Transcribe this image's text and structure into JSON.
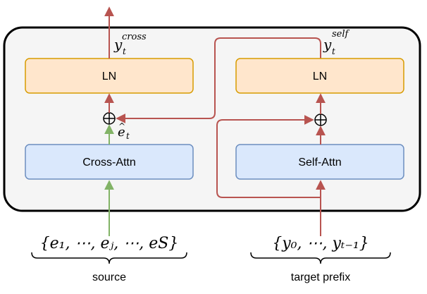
{
  "colors": {
    "container_fill": "#f5f5f5",
    "container_stroke": "#000000",
    "ln_fill": "#ffe6cc",
    "ln_stroke": "#d79b00",
    "attn_fill": "#dae8fc",
    "attn_stroke": "#6c8ebf",
    "red_arrow": "#b85450",
    "green_arrow": "#82b366"
  },
  "left_block": {
    "ln_label": "LN",
    "attn_label": "Cross-Attn",
    "output_symbol": "y",
    "output_sub": "t",
    "output_sup": "cross",
    "residual_symbol": "e",
    "residual_sub": "t",
    "residual_hat": "^",
    "input_expr": "{e₁, ⋯, eⱼ, ⋯, eS}",
    "input_caption": "source"
  },
  "right_block": {
    "ln_label": "LN",
    "attn_label": "Self-Attn",
    "output_symbol": "y",
    "output_sub": "t",
    "output_sup": "self",
    "input_expr": "{y₀, ⋯, yₜ₋₁}",
    "input_caption": "target prefix"
  },
  "adder_symbol": "⊕"
}
